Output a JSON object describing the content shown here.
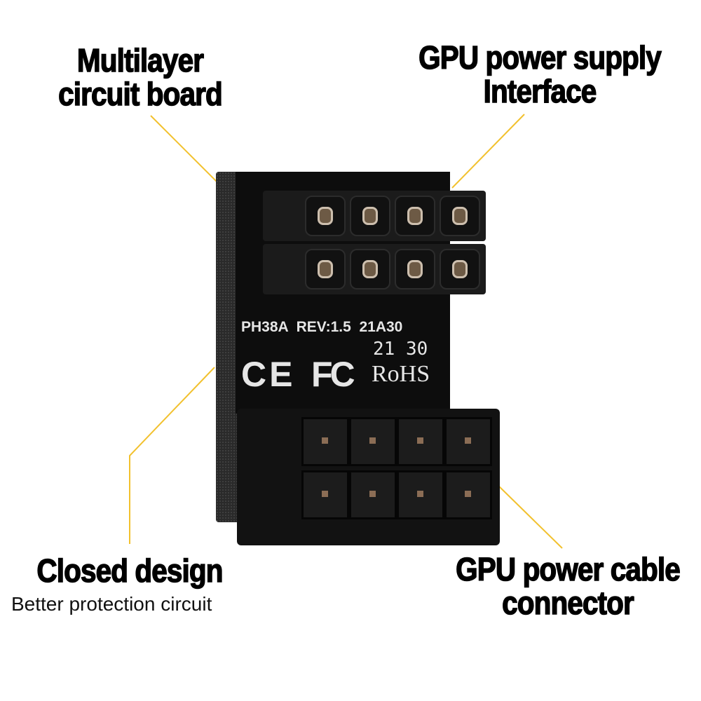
{
  "labels": {
    "multilayer": [
      "Multilayer",
      "circuit board"
    ],
    "gpu_interface": [
      "GPU power supply",
      "Interface"
    ],
    "closed_design": "Closed design",
    "closed_design_sub": "Better protection circuit",
    "cable_connector": [
      "GPU power cable",
      "connector"
    ]
  },
  "pcb": {
    "model_line": "PH38A  REV:1.5  21A30",
    "date_code": "21 30",
    "ce": "CE",
    "fc": "FC",
    "rohs": "RoHS"
  },
  "colors": {
    "leader_line": "#f2c12e",
    "background": "#ffffff"
  }
}
